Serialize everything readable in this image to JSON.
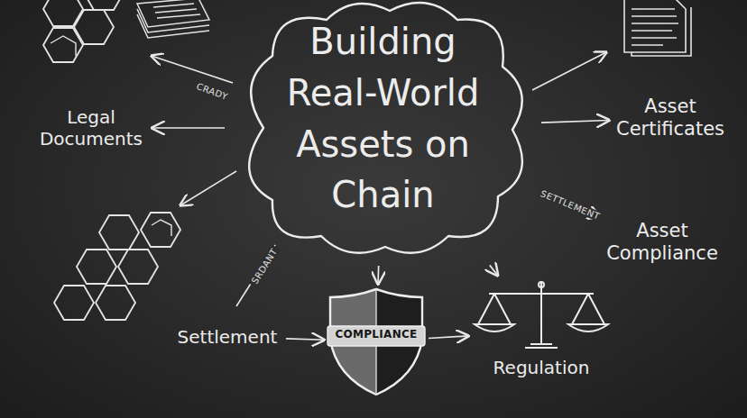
{
  "diagram": {
    "nodes": [
      {
        "text": [
          "Building Real-World Assets on Chain"
        ]
      },
      {
        "text": [
          "Legal Documents"
        ]
      },
      {
        "text": [
          "Asset Certificates"
        ]
      },
      {
        "text": [
          "Asset Compliance"
        ]
      },
      {
        "text": [
          "Settlement"
        ]
      },
      {
        "text": [
          "COMPLIANCE"
        ]
      },
      {
        "text": [
          "Regulation"
        ]
      }
    ],
    "edges": [
      {
        "from": 0,
        "to": 1,
        "arrow": "to"
      },
      {
        "from": 0,
        "to": 2,
        "arrow": "to"
      },
      {
        "from": 0,
        "to": 3,
        "label": "SETTLEMENT",
        "arrow": "to"
      },
      {
        "from": 0,
        "to": 5,
        "arrow": "to"
      },
      {
        "from": 0,
        "to": 6,
        "arrow": "to"
      },
      {
        "from": 4,
        "to": 5,
        "arrow": "to"
      },
      {
        "from": 5,
        "to": 6,
        "arrow": "to"
      }
    ],
    "labels": [
      "CRADY",
      "SRDANT"
    ]
  }
}
